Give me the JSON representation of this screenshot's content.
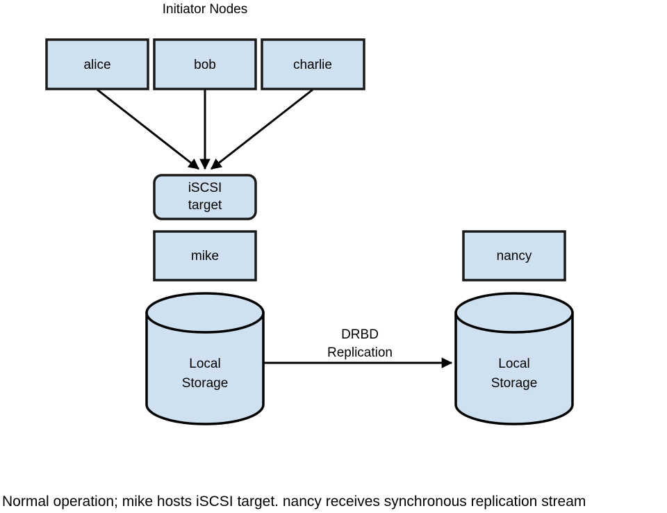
{
  "diagram": {
    "background_color": "#ffffff",
    "node_fill_color": "#cfe0f0",
    "node_stroke_color": "#1a1a1a",
    "line_color": "#000000",
    "group_title": "Initiator Nodes",
    "initiators": [
      {
        "label": "alice"
      },
      {
        "label": "bob"
      },
      {
        "label": "charlie"
      }
    ],
    "target": {
      "line1": "iSCSI",
      "line2": "target"
    },
    "servers": [
      {
        "label": "mike"
      },
      {
        "label": "nancy"
      }
    ],
    "storage": [
      {
        "line1": "Local",
        "line2": "Storage"
      },
      {
        "line1": "Local",
        "line2": "Storage"
      }
    ],
    "replication_edge": {
      "line1": "DRBD",
      "line2": "Replication"
    },
    "caption": "Normal operation; mike hosts iSCSI target. nancy receives synchronous replication stream"
  }
}
